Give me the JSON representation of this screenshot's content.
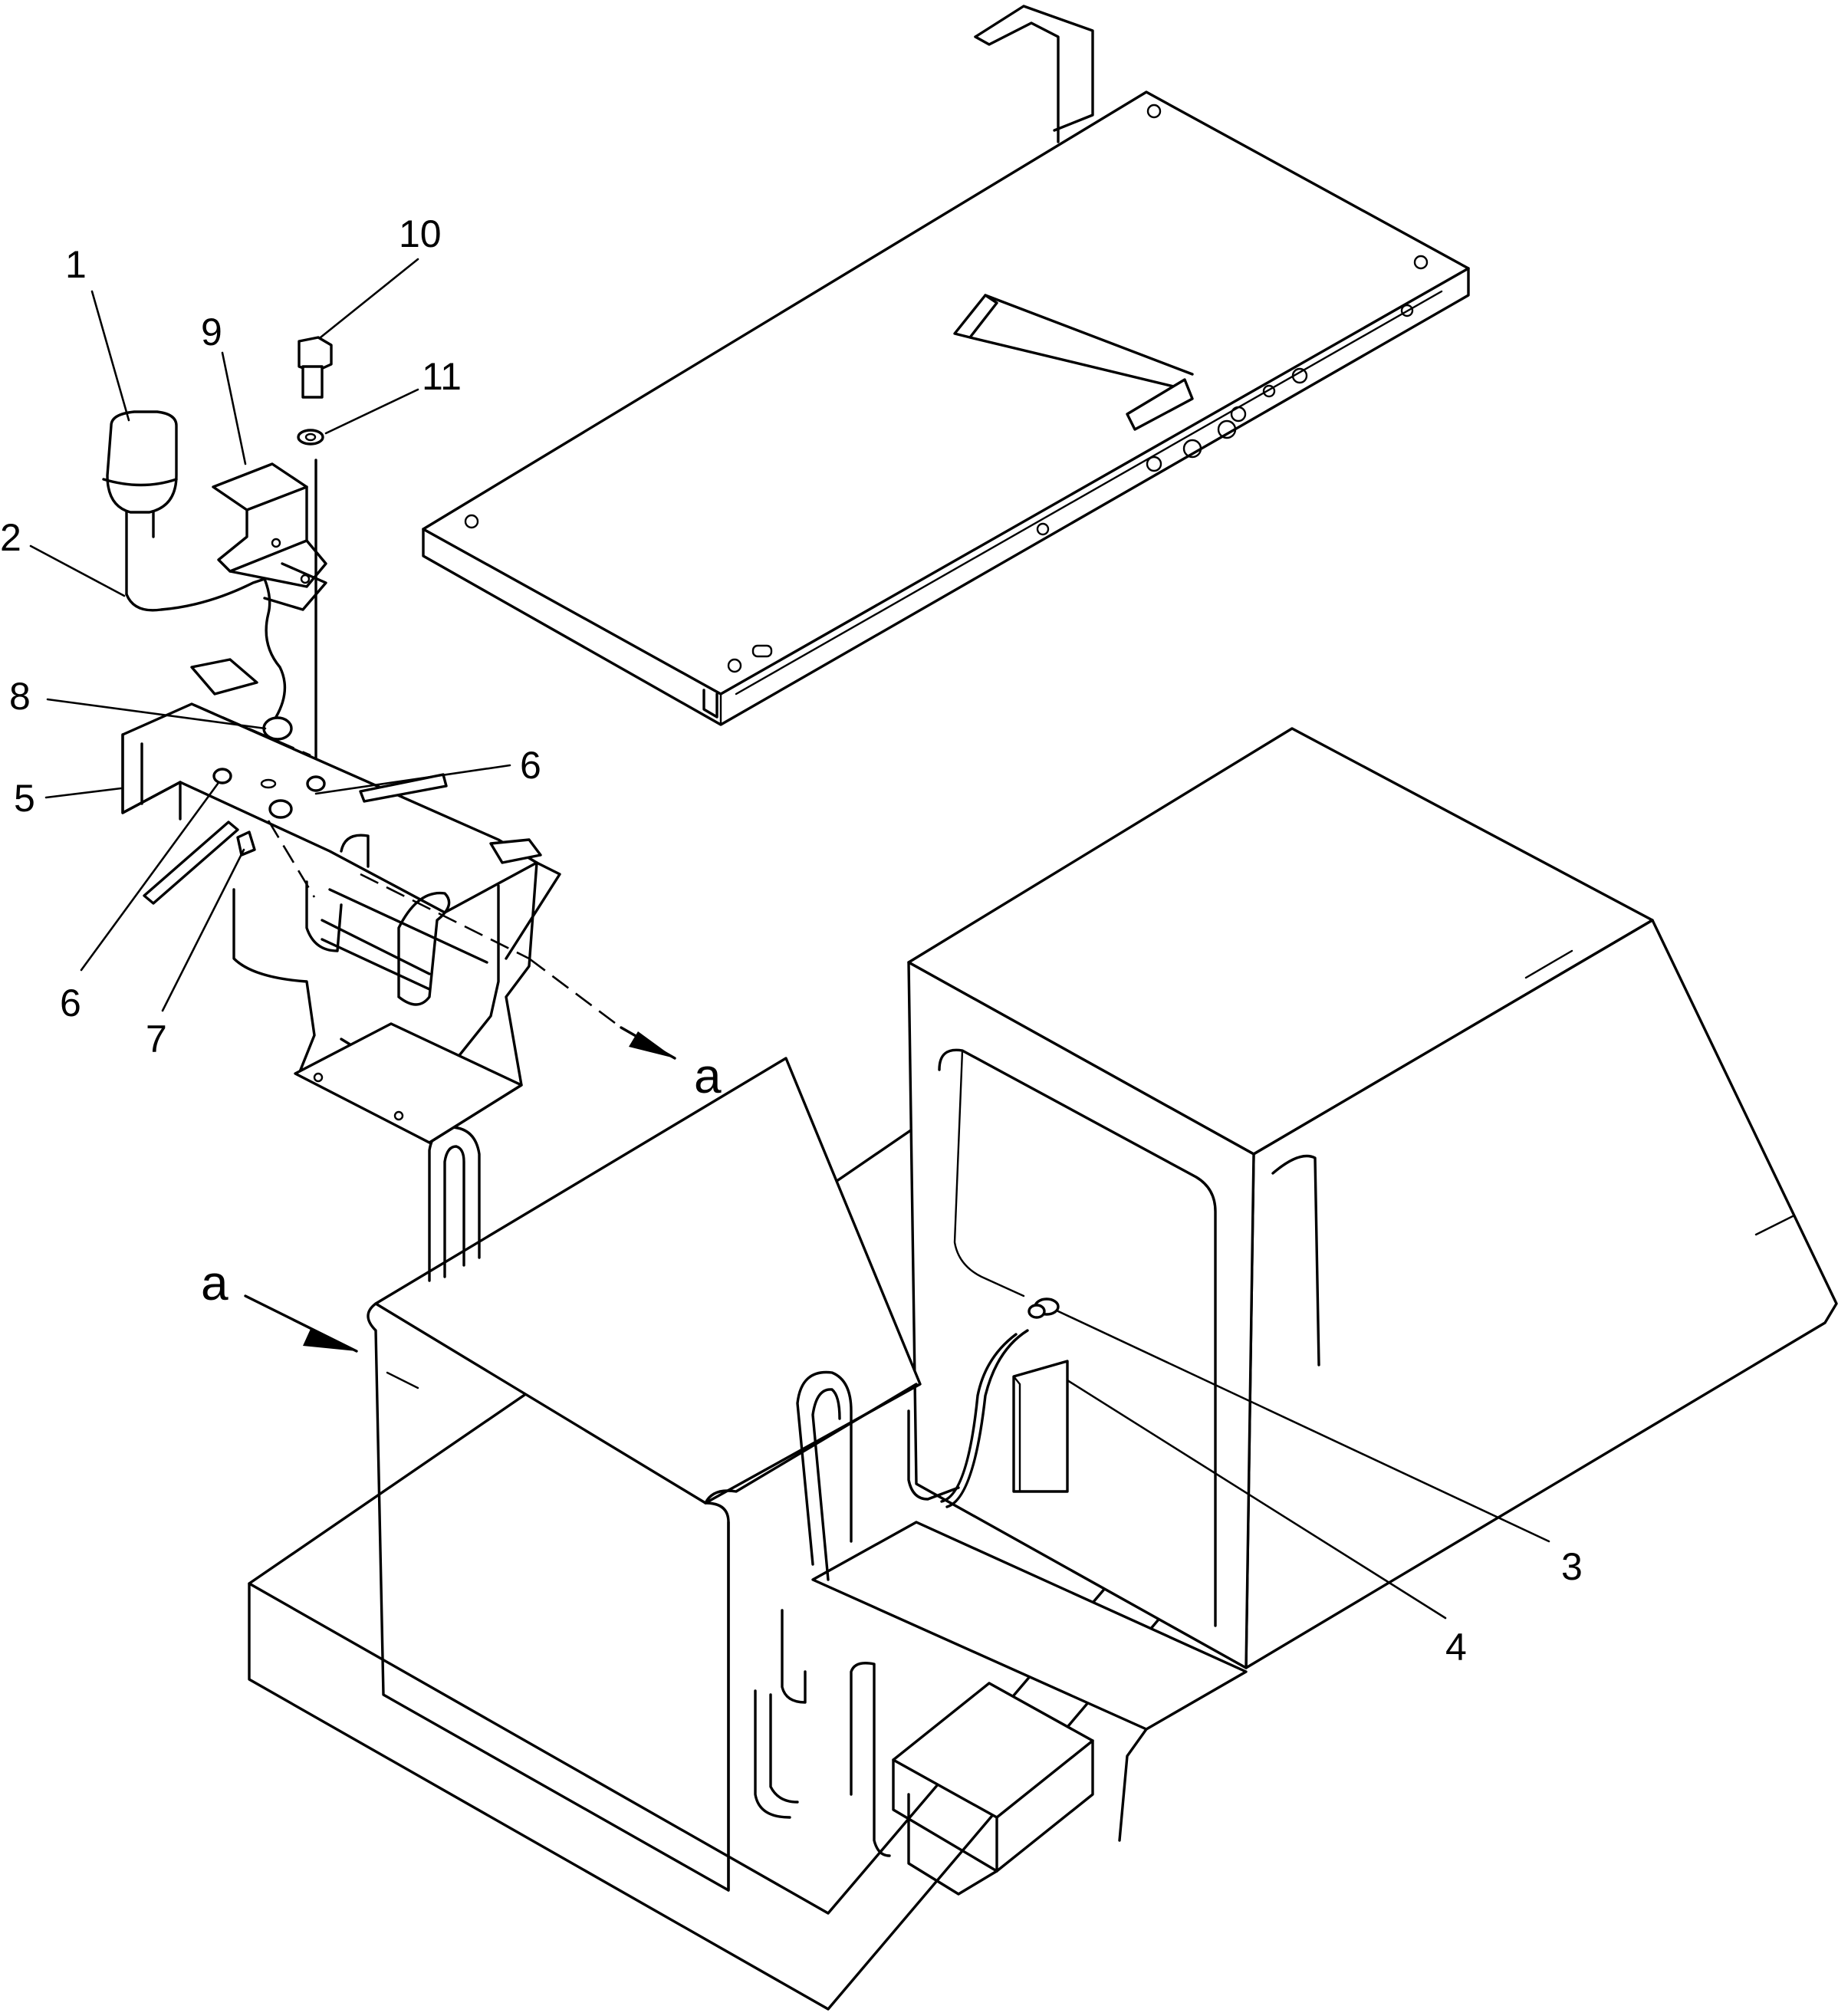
{
  "diagram": {
    "callouts": [
      "1",
      "2",
      "3",
      "4",
      "5",
      "6",
      "6",
      "7",
      "8",
      "9",
      "10",
      "11"
    ],
    "view_labels": [
      "a",
      "a"
    ]
  },
  "colors": {
    "line": "#000000",
    "background": "#ffffff"
  }
}
